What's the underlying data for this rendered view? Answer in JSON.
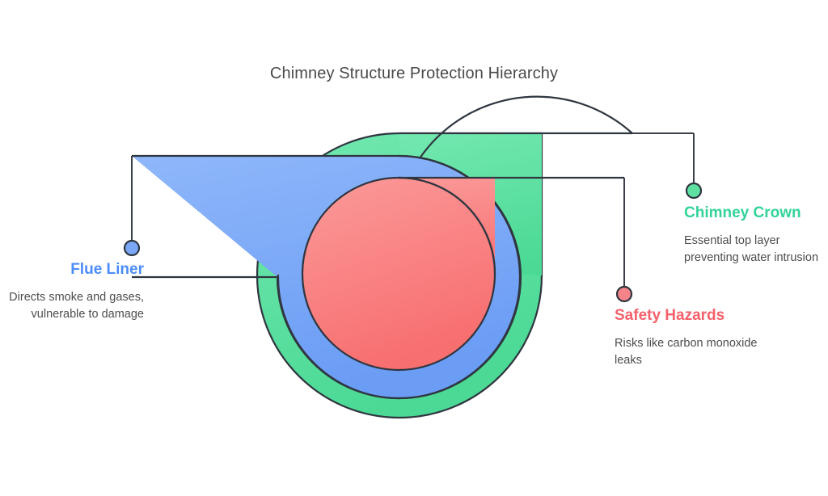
{
  "title": "Chimney Structure Protection Hierarchy",
  "colors": {
    "green_fill": "#5ee0a1",
    "green_fill_light": "#7ceab5",
    "blue_fill": "#7aa8f7",
    "blue_fill_light": "#8fb7fa",
    "red_fill": "#fa7f80",
    "red_fill_light": "#fb9a9a",
    "stroke": "#2f3640",
    "green_text": "#34d399",
    "blue_text": "#4b8df8",
    "red_text": "#f4616b",
    "title_text": "#4a4a4a",
    "body_text": "#4d4d4d"
  },
  "layers": [
    {
      "id": "chimney-crown",
      "name": "Chimney Crown",
      "description": "Essential top layer preventing water intrusion",
      "color": "#5ee0a1",
      "dot_color": "#34d399",
      "side": "right",
      "rank": 1
    },
    {
      "id": "flue-liner",
      "name": "Flue Liner",
      "description": "Directs smoke and gases, vulnerable to damage",
      "color": "#7aa8f7",
      "dot_color": "#7aa8f7",
      "side": "left",
      "rank": 2
    },
    {
      "id": "safety-hazards",
      "name": "Safety Hazards",
      "description": "Risks like carbon monoxide leaks",
      "color": "#fa7f80",
      "dot_color": "#f4616b",
      "side": "right",
      "rank": 3
    }
  ],
  "chart_data": {
    "type": "diagram",
    "title": "Chimney Structure Protection Hierarchy",
    "shape": "nested-teardrop-circles",
    "levels": [
      {
        "label": "Chimney Crown",
        "color": "#5ee0a1",
        "depth": 1
      },
      {
        "label": "Flue Liner",
        "color": "#7aa8f7",
        "depth": 2
      },
      {
        "label": "Safety Hazards",
        "color": "#fa7f80",
        "depth": 3
      }
    ]
  }
}
